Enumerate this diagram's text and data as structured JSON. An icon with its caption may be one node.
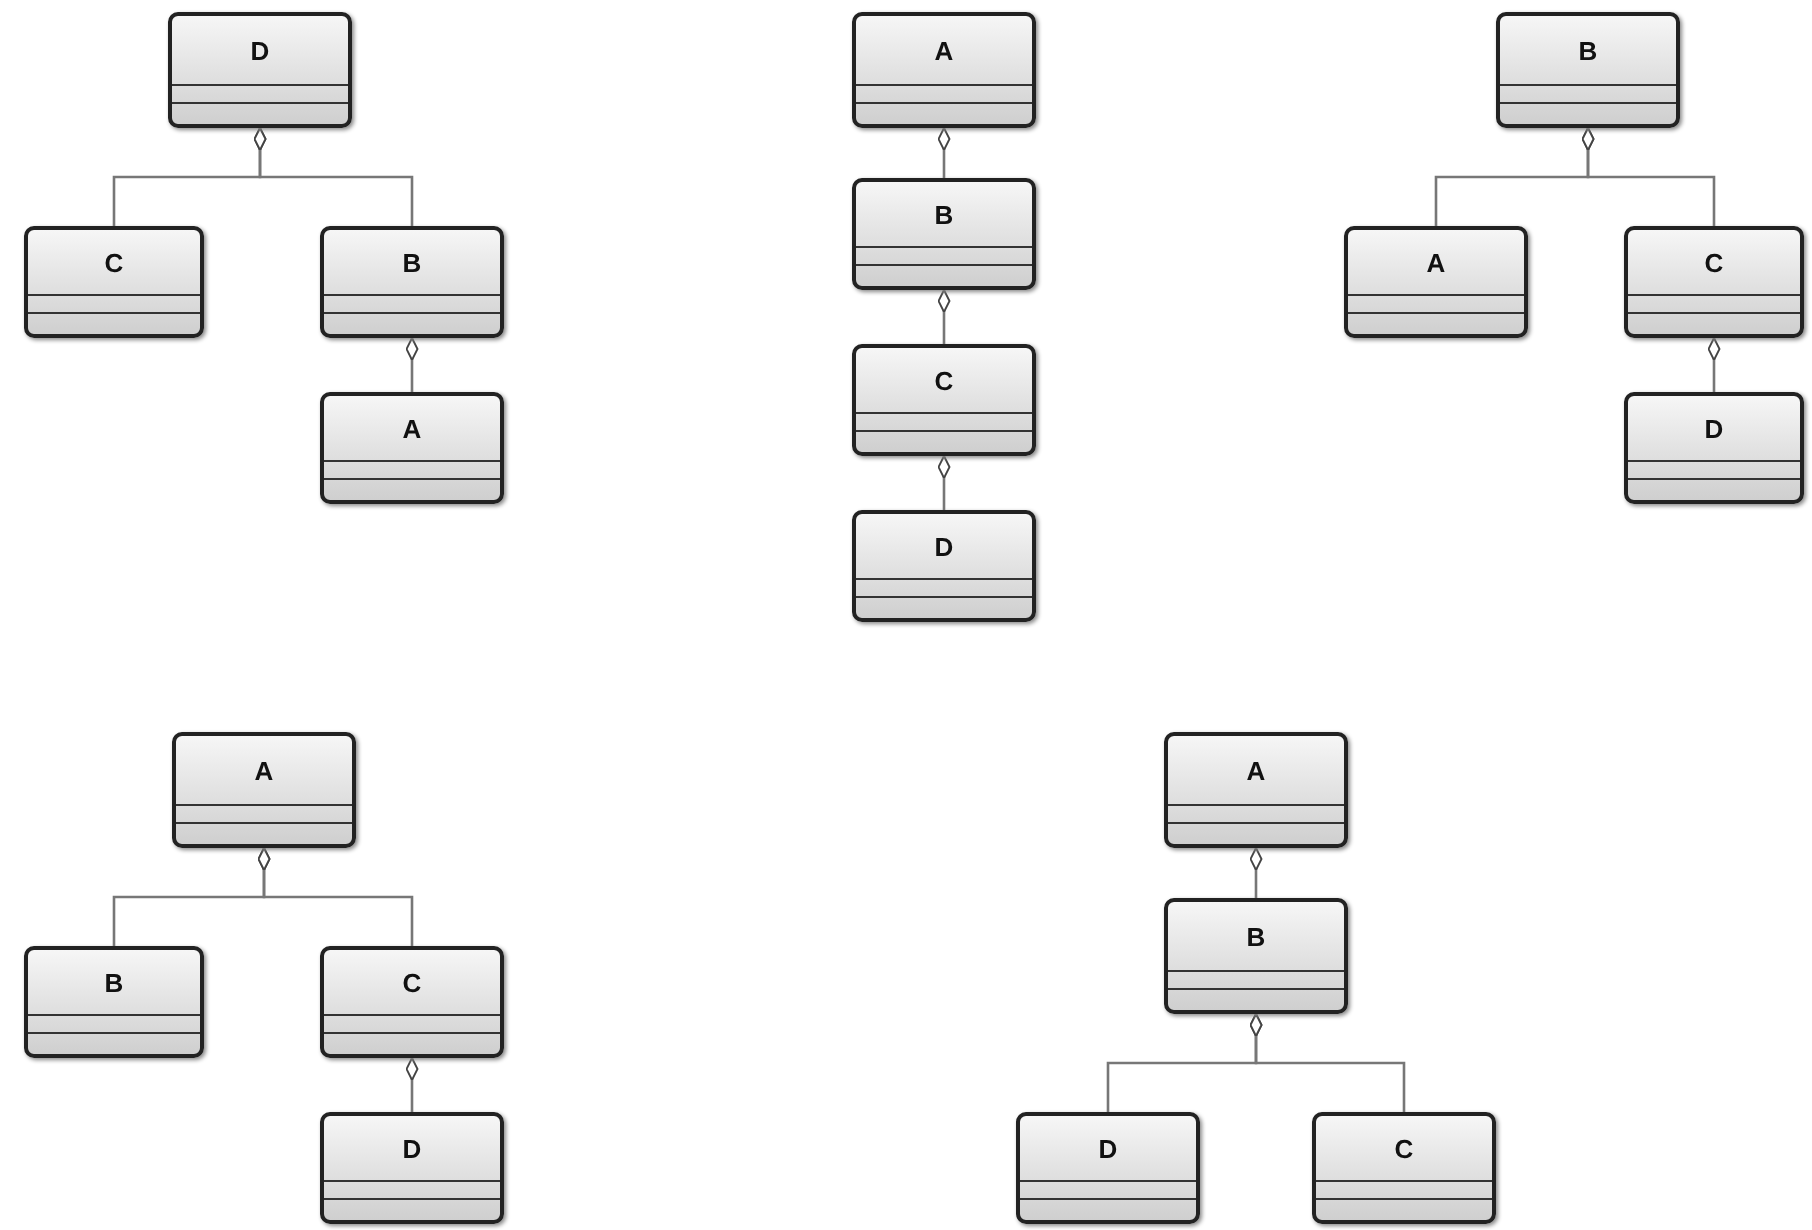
{
  "diagram": {
    "nodes": [
      {
        "text": [
          "D"
        ]
      },
      {
        "text": [
          "C"
        ]
      },
      {
        "text": [
          "B"
        ]
      },
      {
        "text": [
          "A"
        ]
      },
      {
        "text": [
          "A"
        ]
      },
      {
        "text": [
          "B"
        ]
      },
      {
        "text": [
          "C"
        ]
      },
      {
        "text": [
          "D"
        ]
      },
      {
        "text": [
          "B"
        ]
      },
      {
        "text": [
          "A"
        ]
      },
      {
        "text": [
          "C"
        ]
      },
      {
        "text": [
          "D"
        ]
      },
      {
        "text": [
          "A"
        ]
      },
      {
        "text": [
          "B"
        ]
      },
      {
        "text": [
          "C"
        ]
      },
      {
        "text": [
          "D"
        ]
      },
      {
        "text": [
          "A"
        ]
      },
      {
        "text": [
          "B"
        ]
      },
      {
        "text": [
          "D"
        ]
      },
      {
        "text": [
          "C"
        ]
      }
    ],
    "edges": [
      {
        "from": 1,
        "to": 0,
        "arrow": "other"
      },
      {
        "from": 2,
        "to": 0,
        "arrow": "other"
      },
      {
        "from": 3,
        "to": 2,
        "arrow": "other"
      },
      {
        "from": 5,
        "to": 4,
        "arrow": "other"
      },
      {
        "from": 6,
        "to": 5,
        "arrow": "other"
      },
      {
        "from": 7,
        "to": 6,
        "arrow": "other"
      },
      {
        "from": 9,
        "to": 8,
        "arrow": "other"
      },
      {
        "from": 10,
        "to": 8,
        "arrow": "other"
      },
      {
        "from": 11,
        "to": 10,
        "arrow": "other"
      },
      {
        "from": 13,
        "to": 12,
        "arrow": "other"
      },
      {
        "from": 14,
        "to": 12,
        "arrow": "other"
      },
      {
        "from": 15,
        "to": 14,
        "arrow": "other"
      },
      {
        "from": 17,
        "to": 16,
        "arrow": "other"
      },
      {
        "from": 18,
        "to": 17,
        "arrow": "other"
      },
      {
        "from": 19,
        "to": 17,
        "arrow": "other"
      }
    ]
  }
}
